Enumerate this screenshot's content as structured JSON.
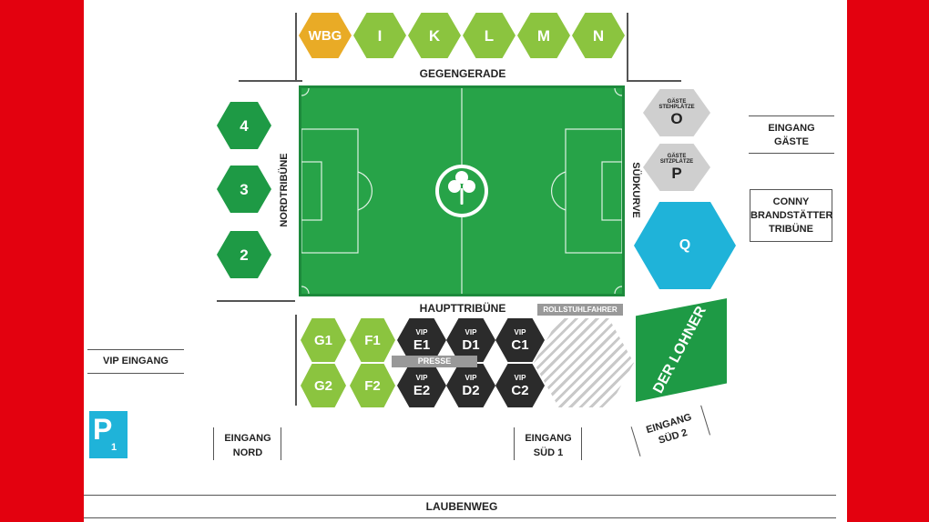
{
  "stands": {
    "gegengerade": "GEGENGERADE",
    "haupttribuene": "HAUPTTRIBÜNE",
    "nordtribuene": "NORDTRIBÜNE",
    "suedkurve": "SÜDKURVE",
    "der_lohner": "DER LOHNER"
  },
  "top_blocks": [
    "WBG",
    "I",
    "K",
    "L",
    "M",
    "N"
  ],
  "nord_blocks": [
    "4",
    "3",
    "2"
  ],
  "guest_blocks": {
    "o_label_1": "GÄSTE",
    "o_label_2": "STEHPLÄTZE",
    "o_letter": "O",
    "p_label_1": "GÄSTE",
    "p_label_2": "SITZPLÄTZE",
    "p_letter": "P"
  },
  "block_q": "Q",
  "main_blocks": {
    "g1": "G1",
    "f1": "F1",
    "g2": "G2",
    "f2": "F2",
    "vip": "VIP",
    "e1": "E1",
    "d1": "D1",
    "c1": "C1",
    "e2": "E2",
    "d2": "D2",
    "c2": "C2",
    "presse": "PRESSE",
    "rollstuhl": "ROLLSTUHLFAHRER"
  },
  "entrances": {
    "gaeste_1": "EINGANG",
    "gaeste_2": "GÄSTE",
    "conny_1": "CONNY",
    "conny_2": "BRANDSTÄTTER",
    "conny_3": "TRIBÜNE",
    "vip": "VIP EINGANG",
    "nord_1": "EINGANG",
    "nord_2": "NORD",
    "sued1_1": "EINGANG",
    "sued1_2": "SÜD 1",
    "sued2_1": "EINGANG",
    "sued2_2": "SÜD 2"
  },
  "parking": {
    "letter": "P",
    "number": "1"
  },
  "street": "LAUBENWEG",
  "colors": {
    "frame": "#e3010f",
    "pitch": "#27a348",
    "lime": "#8bc43f",
    "dark": "#2b2b2b",
    "gold": "#e9ab26",
    "blue": "#1fb3d9",
    "lohner": "#1e9a45"
  }
}
